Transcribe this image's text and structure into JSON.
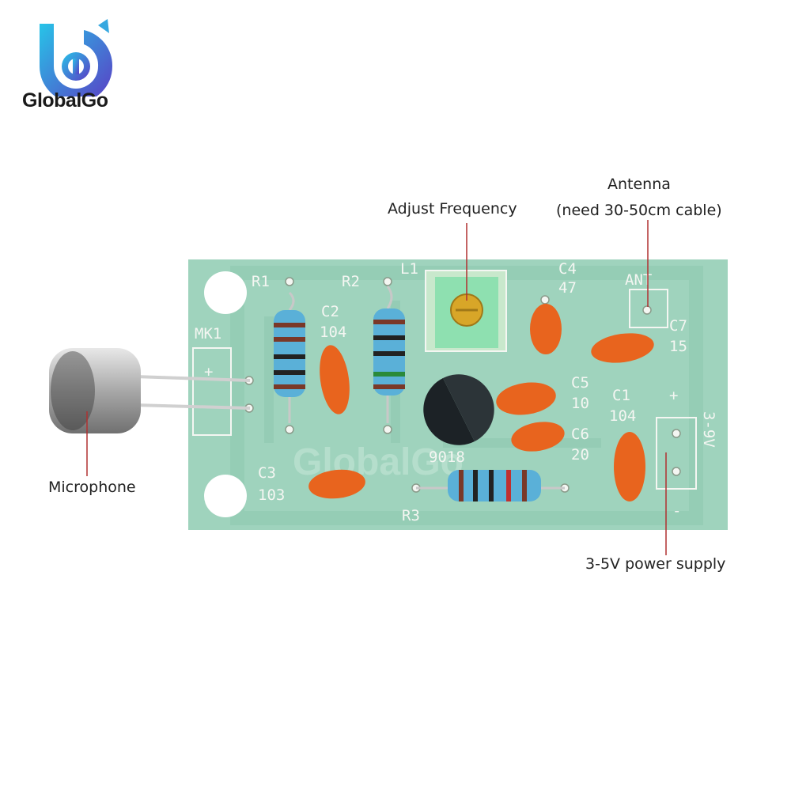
{
  "brand": {
    "name": "GlobalGo",
    "watermark": "GlobalGo"
  },
  "callouts": {
    "adjust_frequency": "Adjust Frequency",
    "antenna_line1": "Antenna",
    "antenna_line2": "(need 30-50cm cable)",
    "microphone": "Microphone",
    "power_supply": "3-5V power supply"
  },
  "silkscreen": {
    "mk1": "MK1",
    "r1": "R1",
    "r2": "R2",
    "r3": "R3",
    "l1": "L1",
    "c1": "C1",
    "c1_val": "104",
    "c2": "C2",
    "c2_val": "104",
    "c3": "C3",
    "c3_val": "103",
    "c4": "C4",
    "c4_val": "47",
    "c5": "C5",
    "c5_val": "10",
    "c6": "C6",
    "c6_val": "20",
    "c7": "C7",
    "c7_val": "15",
    "ant": "ANT",
    "transistor": "9018",
    "plus": "+",
    "minus": "-",
    "supply": "3-9V"
  },
  "colors": {
    "pcb": "#9fd3bd",
    "pcb_trace": "#8cc7ae",
    "silk": "#f4f6f2",
    "capacitor": "#e8641e",
    "resistor": "#5ab0d8",
    "callout_line": "#b03030"
  }
}
